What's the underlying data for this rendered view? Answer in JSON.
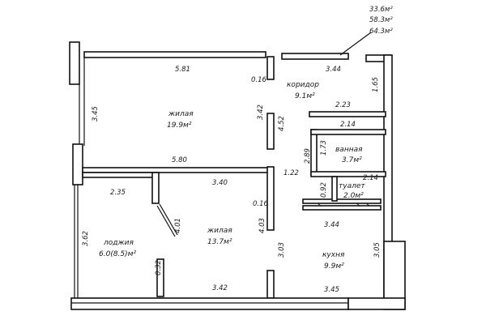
{
  "summary": {
    "line1": "33.6м²",
    "line2": "58.3м²",
    "line3": "64.3м²"
  },
  "rooms": [
    {
      "id": "living-1",
      "name": "жилая",
      "area": "19.9м²"
    },
    {
      "id": "corridor",
      "name": "коридор",
      "area": "9.1м²"
    },
    {
      "id": "bathroom",
      "name": "ванная",
      "area": "3.7м²"
    },
    {
      "id": "toilet",
      "name": "туалет",
      "area": "2.0м²"
    },
    {
      "id": "living-2",
      "name": "жилая",
      "area": "13.7м²"
    },
    {
      "id": "loggia",
      "name": "лоджия",
      "area": "6.0(8.5)м²"
    },
    {
      "id": "kitchen",
      "name": "кухня",
      "area": "9.9м²"
    }
  ],
  "dimensions": {
    "living1_top": "5.81",
    "living1_bottom": "5.80",
    "living1_left": "3.45",
    "partition_thin": "0.16",
    "corridor_wall": "3.42",
    "corridor_top": "3.44",
    "right_top": "1.65",
    "corridor_depth": "4.52",
    "corridor_step": "2.23",
    "bath_top": "2.14",
    "bath_left": "2.89",
    "bath_right": "1.73",
    "corridor_mid": "1.22",
    "toilet_gap": "0.92",
    "toilet_top": "2.14",
    "living2_top": "3.40",
    "partition_thin_2": "0.16",
    "loggia_top": "2.35",
    "door_swing": "4.01",
    "living2_right": "4.03",
    "kitchen_top": "3.44",
    "loggia_left": "3.62",
    "kitchen_left": "3.03",
    "kitchen_right": "3.05",
    "loggia_step": "0.32",
    "living2_bottom": "3.42",
    "kitchen_bottom": "3.45"
  }
}
